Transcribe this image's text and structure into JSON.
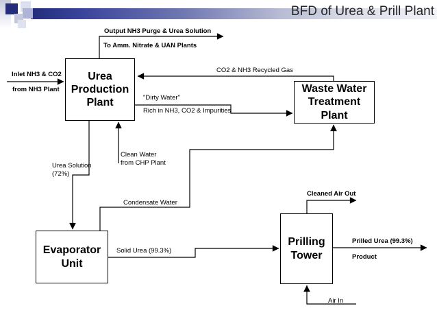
{
  "slide": {
    "title": "BFD of Urea & Prill Plant"
  },
  "colors": {
    "accent_navy": "#232d7a",
    "bar_gradient_start": "#232d7a",
    "bar_gradient_end": "#f2f3f7",
    "line_color": "#000000",
    "box_fill": "#ffffff",
    "box_border": "#000000",
    "title_text": "#262626"
  },
  "boxes": {
    "urea_production": "Urea\nProduction\nPlant",
    "waste_water": "Waste Water\nTreatment\nPlant",
    "evaporator": "Evaporator\nUnit",
    "prilling_tower": "Prilling\nTower"
  },
  "labels": {
    "output_top": "Output NH3 Purge & Urea Solution",
    "output_bottom": "To Amm. Nitrate & UAN Plants",
    "inlet_top": "Inlet NH3 & CO2",
    "inlet_bottom": "from NH3 Plant",
    "recycled_gas": "CO2 & NH3 Recycled Gas",
    "dirty_water": "\"Dirty Water\"",
    "dirty_water_detail": "Rich in NH3, CO2 & Impurities",
    "clean_water": "Clean Water\nfrom CHP Plant",
    "urea_solution": "Urea Solution\n(72%)",
    "condensate": "Condensate Water",
    "solid_urea": "Solid Urea (99.3%)",
    "cleaned_air": "Cleaned Air Out",
    "prilled_urea": "Prilled Urea (99.3%)",
    "product": "Product",
    "air_in": "Air In"
  }
}
